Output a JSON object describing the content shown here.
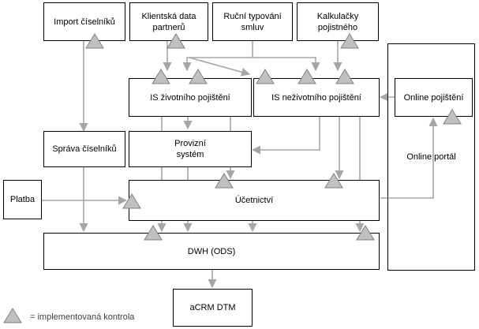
{
  "boxes": {
    "import_ciselniku": "Import číselníků",
    "klientska_data": "Klientská data\npartnerů",
    "rucni_typovani": "Ruční typování\nsmluv",
    "kalkulacky": "Kalkulačky\npojistného",
    "online_portal": "Online portál",
    "online_pojisteni": "Online pojištění",
    "is_zivotniho": "IS životního pojištění",
    "is_nezivotniho": "IS neživotního pojištění",
    "sprava_ciselniku": "Správa číselníků",
    "provizni_system": "Provizní\nsystém",
    "platba": "Platba",
    "ucetnictvi": "Účetnictví",
    "dwh": "DWH (ODS)",
    "acrm": "aCRM DTM"
  },
  "legend": {
    "text": "= implementovaná kontrola",
    "icon": "triangle-control-icon"
  },
  "colors": {
    "arrow": "#a6a6a6",
    "triangle_fill": "#c0c0c0",
    "triangle_stroke": "#808080",
    "box_border": "#000000"
  }
}
